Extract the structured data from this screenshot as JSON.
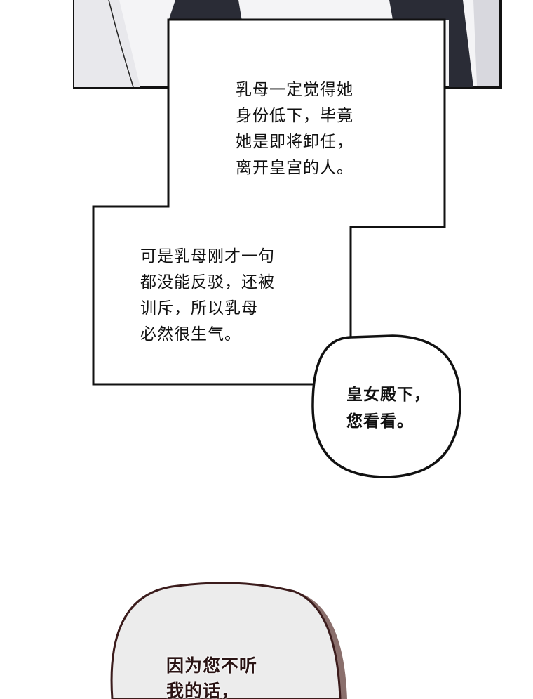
{
  "narration_1": {
    "lines": [
      "乳母一定觉得她",
      "身份低下，毕竟",
      "她是即将卸任，",
      "离开皇宫的人。"
    ]
  },
  "narration_2": {
    "lines": [
      "可是乳母刚才一句",
      "都没能反驳，还被",
      "训斥，所以乳母",
      "必然很生气。"
    ]
  },
  "bubble_1": {
    "lines": [
      "皇女殿下，",
      "您看看。"
    ]
  },
  "bubble_2": {
    "lines": [
      "因为您不听",
      "我的话，"
    ]
  },
  "colors": {
    "panel_border": "#111111",
    "bubble2_stroke": "#3b1c1c",
    "bubble2_fill": "#ececec",
    "bubble2_shadow": "#8a6f6c"
  }
}
